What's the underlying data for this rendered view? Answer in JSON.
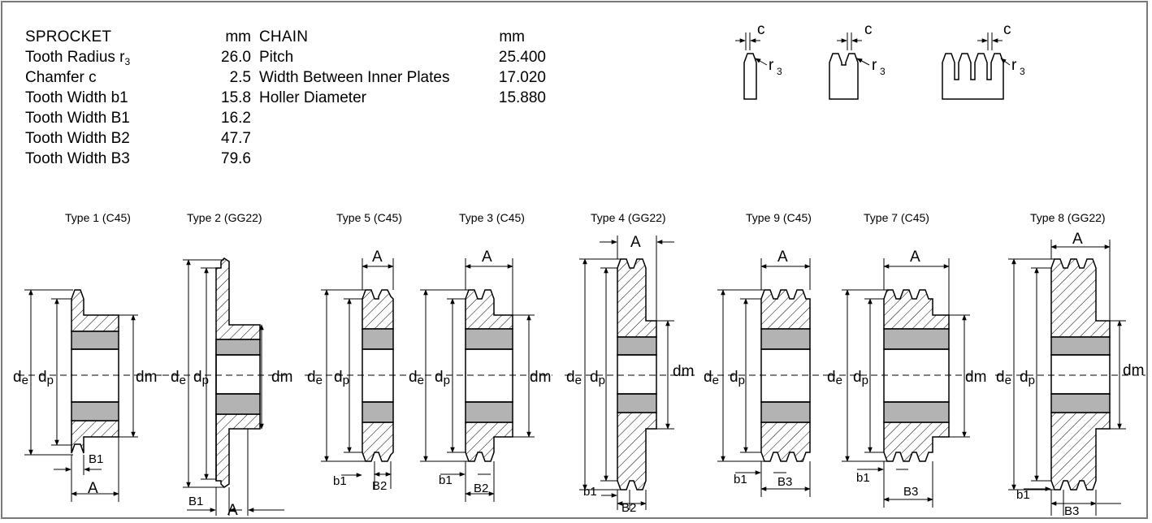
{
  "sprocket": {
    "title": "SPROCKET",
    "unit": "mm",
    "rows": [
      {
        "label": "Tooth Radius r",
        "sub": "3",
        "value": "26.0"
      },
      {
        "label": "Chamfer c",
        "sub": "",
        "value": "2.5"
      },
      {
        "label": "Tooth Width b1",
        "sub": "",
        "value": "15.8"
      },
      {
        "label": "Tooth Width B1",
        "sub": "",
        "value": "16.2"
      },
      {
        "label": "Tooth Width B2",
        "sub": "",
        "value": "47.7"
      },
      {
        "label": "Tooth Width B3",
        "sub": "",
        "value": "79.6"
      }
    ]
  },
  "chain": {
    "title": "CHAIN",
    "unit": "mm",
    "rows": [
      {
        "label": "Pitch",
        "value": "25.400"
      },
      {
        "label": "Width Between Inner Plates",
        "value": "17.020"
      },
      {
        "label": "Holler Diameter",
        "value": "15.880"
      }
    ]
  },
  "tooth_labels": {
    "c": "c",
    "r": "r",
    "r_sub": "3"
  },
  "types": [
    {
      "label": "Type 1 (C45)"
    },
    {
      "label": "Type 2 (GG22)"
    },
    {
      "label": "Type 5 (C45)"
    },
    {
      "label": "Type 3 (C45)"
    },
    {
      "label": "Type 4 (GG22)"
    },
    {
      "label": "Type 9 (C45)"
    },
    {
      "label": "Type 7 (C45)"
    },
    {
      "label": "Type 8 (GG22)"
    }
  ],
  "dims": {
    "de": "d",
    "de_sub": "e",
    "dp": "d",
    "dp_sub": "p",
    "dm": "dm",
    "A": "A",
    "B1": "B1",
    "B2": "B2",
    "B3": "B3",
    "b1": "b1"
  },
  "colors": {
    "frame": "#7a7a7a",
    "bore": "#b3b3b3",
    "line": "#000000"
  }
}
